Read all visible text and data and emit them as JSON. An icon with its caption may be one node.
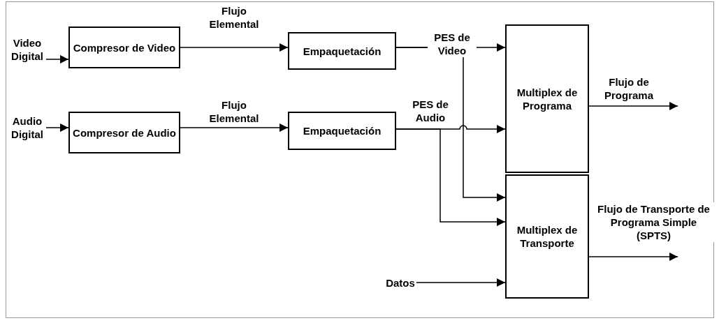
{
  "diagram": {
    "nodes": [
      {
        "text": [
          "Video Digital"
        ]
      },
      {
        "text": [
          "Compresor de Video"
        ]
      },
      {
        "text": [
          "Empaquetación"
        ]
      },
      {
        "text": [
          "Multiplex de Programa"
        ]
      },
      {
        "text": [
          "Audio Digital"
        ]
      },
      {
        "text": [
          "Compresor de Audio"
        ]
      },
      {
        "text": [
          "Empaquetación"
        ]
      },
      {
        "text": [
          "Multiplex de Transporte"
        ]
      },
      {
        "text": [
          "Datos"
        ]
      }
    ],
    "edges": [
      {
        "from": 0,
        "to": 1,
        "arrow": "to"
      },
      {
        "from": 1,
        "to": 2,
        "arrow": "to",
        "label": "Flujo Elemental"
      },
      {
        "from": 2,
        "to": 3,
        "arrow": "to",
        "label": "PES de Video"
      },
      {
        "from": 2,
        "to": 7,
        "arrow": "to"
      },
      {
        "from": 4,
        "to": 5,
        "arrow": "to"
      },
      {
        "from": 5,
        "to": 6,
        "arrow": "to",
        "label": "Flujo Elemental"
      },
      {
        "from": 6,
        "to": 3,
        "arrow": "to",
        "label": "PES de Audio"
      },
      {
        "from": 6,
        "to": 7,
        "arrow": "to"
      },
      {
        "from": 8,
        "to": 7,
        "arrow": "to"
      },
      {
        "from": 3,
        "to": null,
        "arrow": "to",
        "label": "Flujo de Programa"
      },
      {
        "from": 7,
        "to": null,
        "arrow": "to",
        "label": "Flujo de Transporte de Programa Simple (SPTS)"
      }
    ]
  }
}
